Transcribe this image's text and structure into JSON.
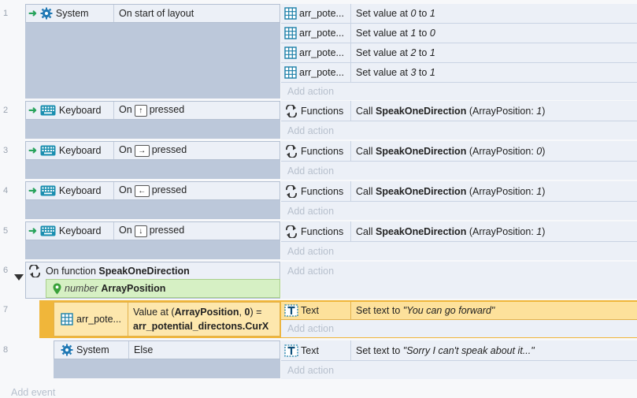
{
  "colors": {
    "accent": "#0e9ab8",
    "highlight": "#f0b63a",
    "param_bg": "#d6f0c4"
  },
  "events": [
    {
      "num": "1",
      "object": "System",
      "condition": "On start of layout",
      "actions": [
        {
          "object": "arr_pote...",
          "pre": "Set value at ",
          "a": "0",
          "mid": " to ",
          "b": "1"
        },
        {
          "object": "arr_pote...",
          "pre": "Set value at ",
          "a": "1",
          "mid": " to ",
          "b": "0"
        },
        {
          "object": "arr_pote...",
          "pre": "Set value at ",
          "a": "2",
          "mid": " to ",
          "b": "1"
        },
        {
          "object": "arr_pote...",
          "pre": "Set value at ",
          "a": "3",
          "mid": " to ",
          "b": "1"
        }
      ]
    },
    {
      "num": "2",
      "object": "Keyboard",
      "on": "On",
      "key": "↑",
      "post": "pressed",
      "action_object": "Functions",
      "call": "Call ",
      "func": "SpeakOneDirection",
      "arg_pre": "(ArrayPosition: ",
      "arg": "1",
      "arg_post": ")"
    },
    {
      "num": "3",
      "object": "Keyboard",
      "on": "On",
      "key": "→",
      "post": "pressed",
      "action_object": "Functions",
      "call": "Call ",
      "func": "SpeakOneDirection",
      "arg_pre": "(ArrayPosition: ",
      "arg": "0",
      "arg_post": ")"
    },
    {
      "num": "4",
      "object": "Keyboard",
      "on": "On",
      "key": "←",
      "post": "pressed",
      "action_object": "Functions",
      "call": "Call ",
      "func": "SpeakOneDirection",
      "arg_pre": "(ArrayPosition: ",
      "arg": "1",
      "arg_post": ")"
    },
    {
      "num": "5",
      "object": "Keyboard",
      "on": "On",
      "key": "↓",
      "post": "pressed",
      "action_object": "Functions",
      "call": "Call ",
      "func": "SpeakOneDirection",
      "arg_pre": "(ArrayPosition: ",
      "arg": "1",
      "arg_post": ")"
    }
  ],
  "function_block": {
    "num": "6",
    "title_pre": "On function ",
    "title": "SpeakOneDirection",
    "param_type": "number",
    "param_name": "ArrayPosition",
    "sub7": {
      "num": "7",
      "object": "arr_pote...",
      "line1_pre": "Value at (",
      "line1_b1": "ArrayPosition",
      "line1_mid": ", ",
      "line1_b2": "0",
      "line1_post": ") =",
      "line2": "arr_potential_directons.CurX",
      "action_object": "Text",
      "action_pre": "Set text to ",
      "action_value": "\"You can go forward\""
    },
    "sub8": {
      "num": "8",
      "object": "System",
      "condition": "Else",
      "action_object": "Text",
      "action_pre": "Set text to ",
      "action_value": "\"Sorry I can't speak about it...\""
    }
  },
  "add_action": "Add action",
  "add_event": "Add event"
}
